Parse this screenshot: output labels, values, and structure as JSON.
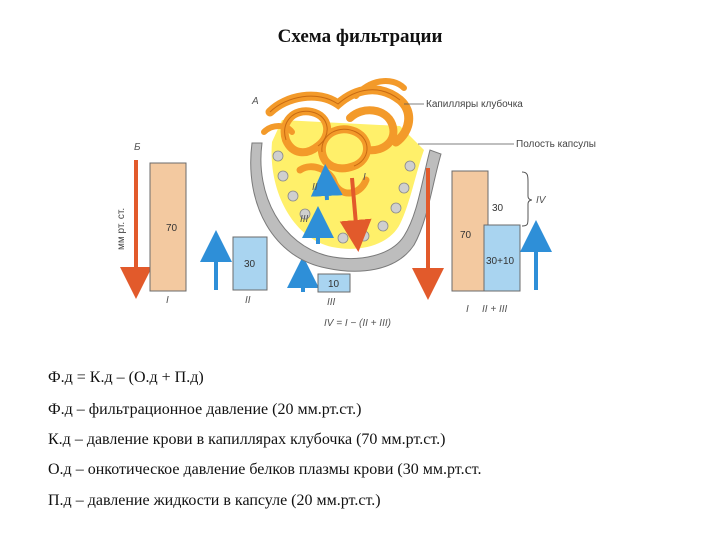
{
  "title": "Схема фильтрации",
  "diagram": {
    "label_A": "А",
    "label_B": "Б",
    "capillaries_label": "Капилляры клубочка",
    "capsule_cavity_label": "Полость капсулы",
    "axis_unit": "мм рт. ст.",
    "left": {
      "bar_I": {
        "value_label": "70",
        "roman": "I"
      },
      "bar_II": {
        "value_label": "30",
        "roman": "II"
      },
      "bar_III": {
        "value_label": "10",
        "roman": "III"
      },
      "formula": "IV = I − (II + III)"
    },
    "center": {
      "arrow_label_I": "I",
      "arrow_label_II": "II",
      "arrow_label_III": "III"
    },
    "right": {
      "bar_I": {
        "value_label": "70",
        "roman": "I"
      },
      "bar_II_III": {
        "value_label": "30+10",
        "roman": "II + III"
      },
      "bar_IV": {
        "value_label": "30",
        "roman": "IV"
      }
    },
    "colors": {
      "capillary": "#F39A2A",
      "capsule": "#FFF06A",
      "capsule_wall": "#9E9E9E",
      "bar_I": "#F3C9A0",
      "bar_II": "#A9D4F0",
      "arrow_red": "#E25A2B",
      "arrow_blue": "#2E8FD8"
    }
  },
  "lines": [
    "Ф.д = К.д – (О.д + П.д)",
    "Ф.д – фильтрационное давление (20 мм.рт.ст.)",
    "К.д – давление крови в капиллярах клубочка (70 мм.рт.ст.)",
    "О.д – онкотическое давление белков плазмы крови (30 мм.рт.ст.",
    "П.д – давление жидкости в капсуле (20 мм.рт.ст.)"
  ]
}
